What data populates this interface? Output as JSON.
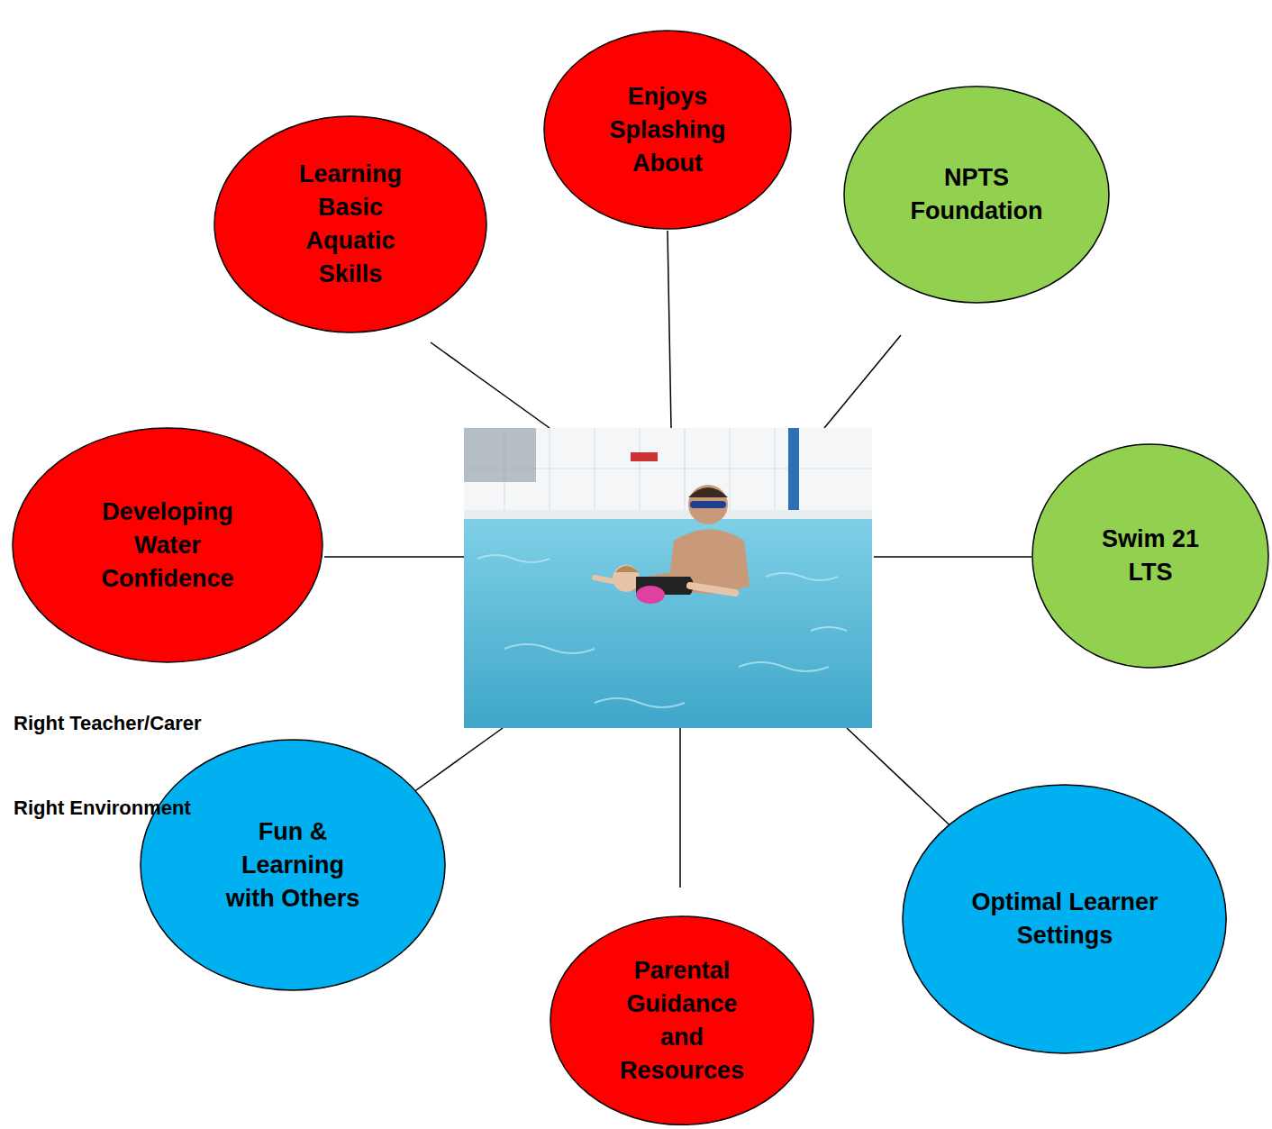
{
  "diagram": {
    "nodes": [
      {
        "text": [
          "Enjoys Splashing About"
        ]
      },
      {
        "text": [
          "NPTS Foundation"
        ]
      },
      {
        "text": [
          "Learning Basic Aquatic Skills"
        ]
      },
      {
        "text": [
          "Developing Water Confidence"
        ]
      },
      {
        "text": [
          "Swim 21 LTS"
        ]
      },
      {
        "text": [
          "Fun & Learning with Others"
        ]
      },
      {
        "text": [
          "Optimal Learner Settings"
        ]
      },
      {
        "text": [
          "Parental Guidance and Resources"
        ]
      }
    ],
    "labels": [
      "Right Teacher/Carer",
      "Right Environment"
    ]
  }
}
